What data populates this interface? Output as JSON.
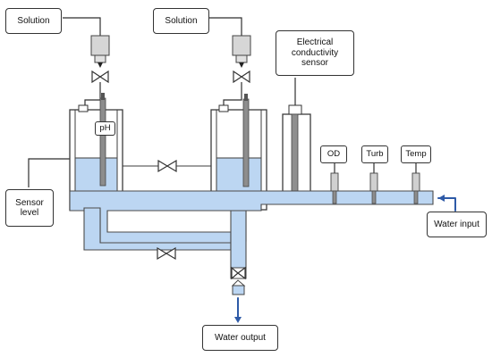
{
  "labels": {
    "solution_left": "Solution",
    "solution_right": "Solution",
    "ec_sensor": "Electrical\nconductivity\nsensor",
    "ph": "pH",
    "sensor_level": "Sensor\nlevel",
    "od": "OD",
    "turb": "Turb",
    "temp": "Temp",
    "water_input": "Water input",
    "water_output": "Water output"
  },
  "colors": {
    "water": "#bcd6f2",
    "arrow": "#2e5aa7",
    "outline": "#3c3c3c"
  }
}
